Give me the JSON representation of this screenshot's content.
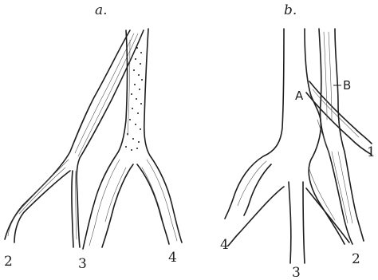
{
  "panels": [
    {
      "label": "a.",
      "branches": [
        "2",
        "3",
        "4"
      ]
    },
    {
      "label": "b.",
      "regions": [
        "A",
        "B"
      ],
      "branches": [
        "1",
        "4",
        "3",
        "2"
      ]
    }
  ]
}
